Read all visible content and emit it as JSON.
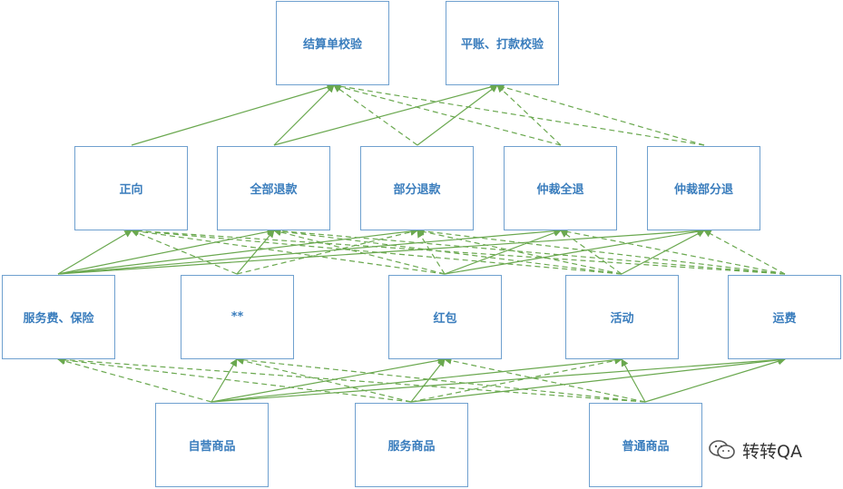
{
  "nodes": {
    "settlement_check": "结算单校验",
    "reconcile_check": "平账、打款校验",
    "forward": "正向",
    "full_refund": "全部退款",
    "partial_refund": "部分退款",
    "arbitration_full": "仲裁全退",
    "arbitration_partial": "仲裁部分退",
    "service_fee": "服务费、保险",
    "masked": "**",
    "red_packet": "红包",
    "activity": "活动",
    "shipping": "运费",
    "self_goods": "自营商品",
    "service_goods": "服务商品",
    "normal_goods": "普通商品"
  },
  "watermark": {
    "text": "转转QA",
    "icon": "wechat-icon"
  },
  "colors": {
    "edge": "#6aa84f",
    "border": "#6fa0cf",
    "text": "#3a7dbd"
  }
}
